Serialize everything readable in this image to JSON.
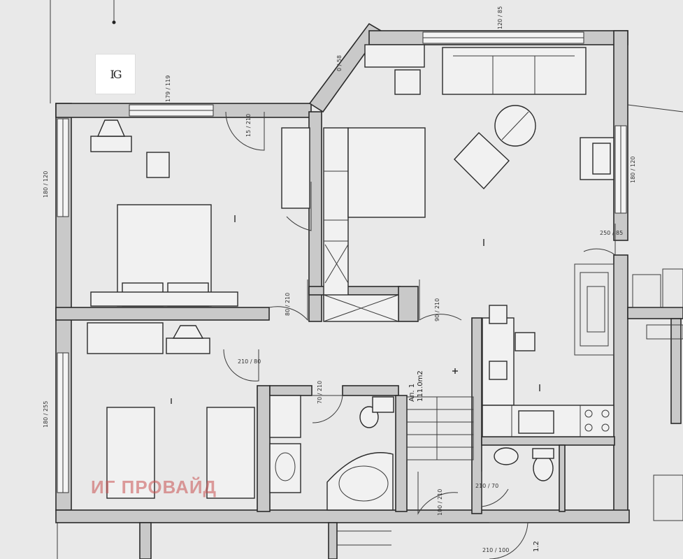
{
  "logo": {
    "mark": "IG"
  },
  "watermark": {
    "text": "ИГ ПРОВАЙД"
  },
  "colors": {
    "watermark": "#c85050",
    "wall": "#c9c9c9",
    "paper": "#e9e9e9"
  },
  "dimensions": {
    "top_window": "179 / 119",
    "door_15": "15 / 210",
    "left_window": "180 / 120",
    "diag_window": "0 / 58",
    "top_right": "120 / 85",
    "right_window": "180 / 120",
    "right_door": "250 / 85",
    "door_80": "80 / 210",
    "door_90": "90 / 210",
    "door_80b": "210 / 80",
    "door_70": "70 / 210",
    "left_window_b": "180 / 255",
    "door_100": "100 / 210",
    "door_70b": "210 / 70",
    "bottom": "210 / 100"
  },
  "labels": {
    "area": "111.0m2",
    "apartment": "Ап. 1",
    "bottom_right": "1.2"
  }
}
